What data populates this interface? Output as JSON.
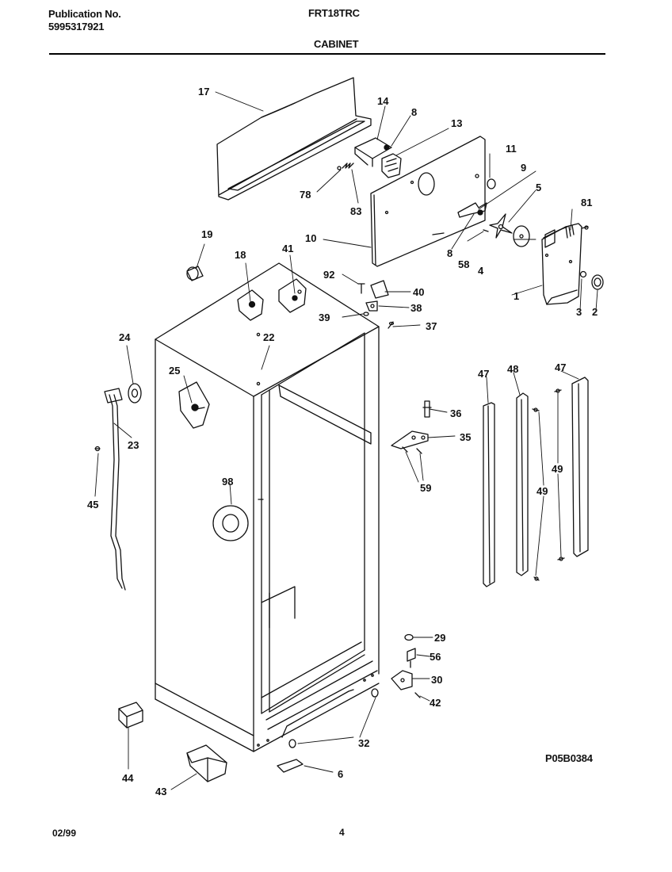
{
  "header": {
    "publication_label": "Publication No.",
    "publication_number": "5995317921",
    "model": "FRT18TRC",
    "section": "CABINET"
  },
  "diagram": {
    "callouts": [
      "1",
      "2",
      "3",
      "4",
      "5",
      "6",
      "8",
      "8",
      "9",
      "10",
      "11",
      "13",
      "14",
      "17",
      "18",
      "19",
      "22",
      "23",
      "24",
      "25",
      "29",
      "30",
      "32",
      "35",
      "36",
      "37",
      "38",
      "39",
      "40",
      "41",
      "42",
      "43",
      "44",
      "45",
      "47",
      "47",
      "48",
      "49",
      "49",
      "56",
      "58",
      "59",
      "78",
      "81",
      "83",
      "92",
      "98"
    ],
    "drawing_code": "P05B0384"
  },
  "footer": {
    "date": "02/99",
    "page": "4"
  }
}
